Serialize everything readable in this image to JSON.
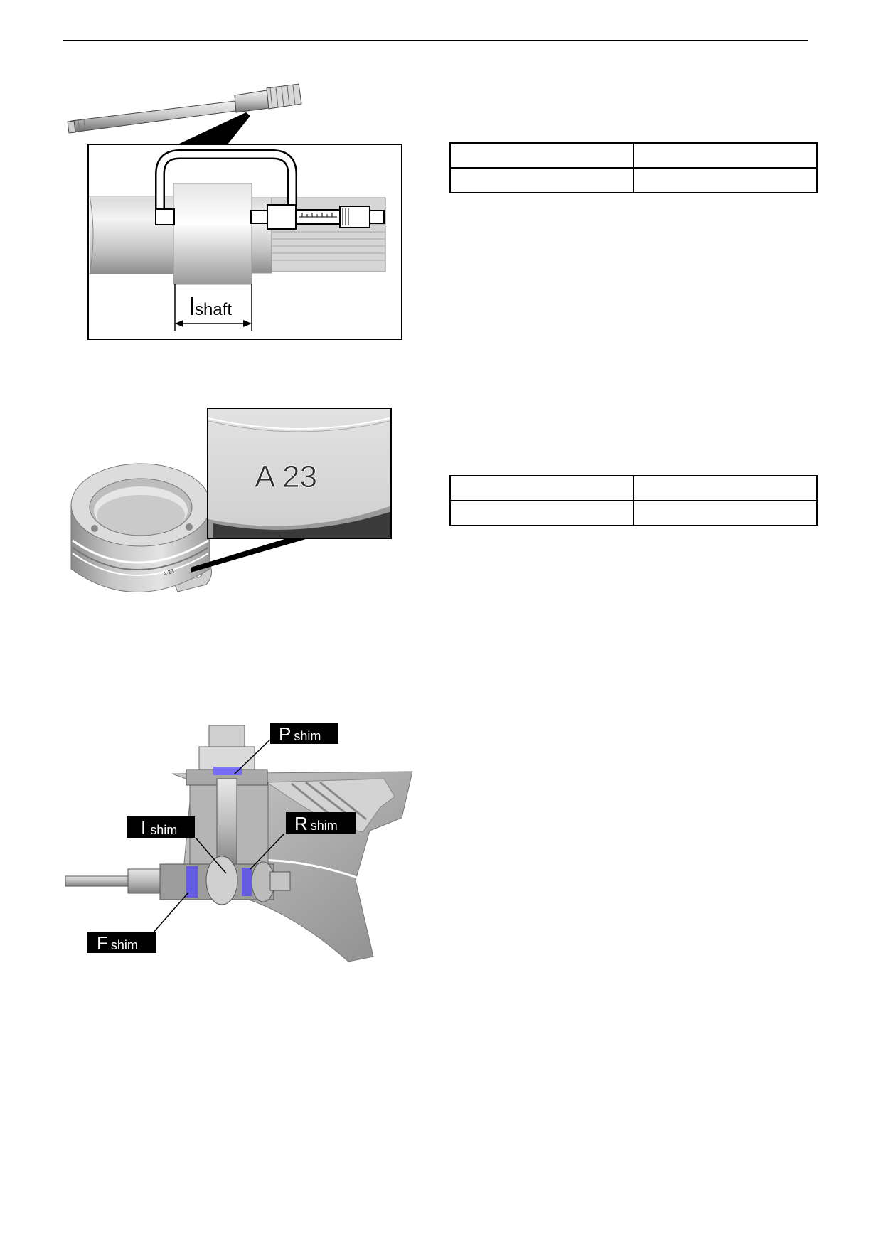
{
  "figure1": {
    "label_main": "l",
    "label_sub": "shaft"
  },
  "figure2": {
    "marking_large": "A 23",
    "marking_small": "A 23"
  },
  "figure3": {
    "labels": [
      {
        "main": "P",
        "sub": "shim"
      },
      {
        "main": "I",
        "sub": "shim"
      },
      {
        "main": "R",
        "sub": "shim"
      },
      {
        "main": "F",
        "sub": "shim"
      }
    ]
  },
  "tables": [
    {
      "rows": [
        [
          "",
          ""
        ],
        [
          "",
          ""
        ]
      ]
    },
    {
      "rows": [
        [
          "",
          ""
        ],
        [
          "",
          ""
        ]
      ]
    }
  ]
}
